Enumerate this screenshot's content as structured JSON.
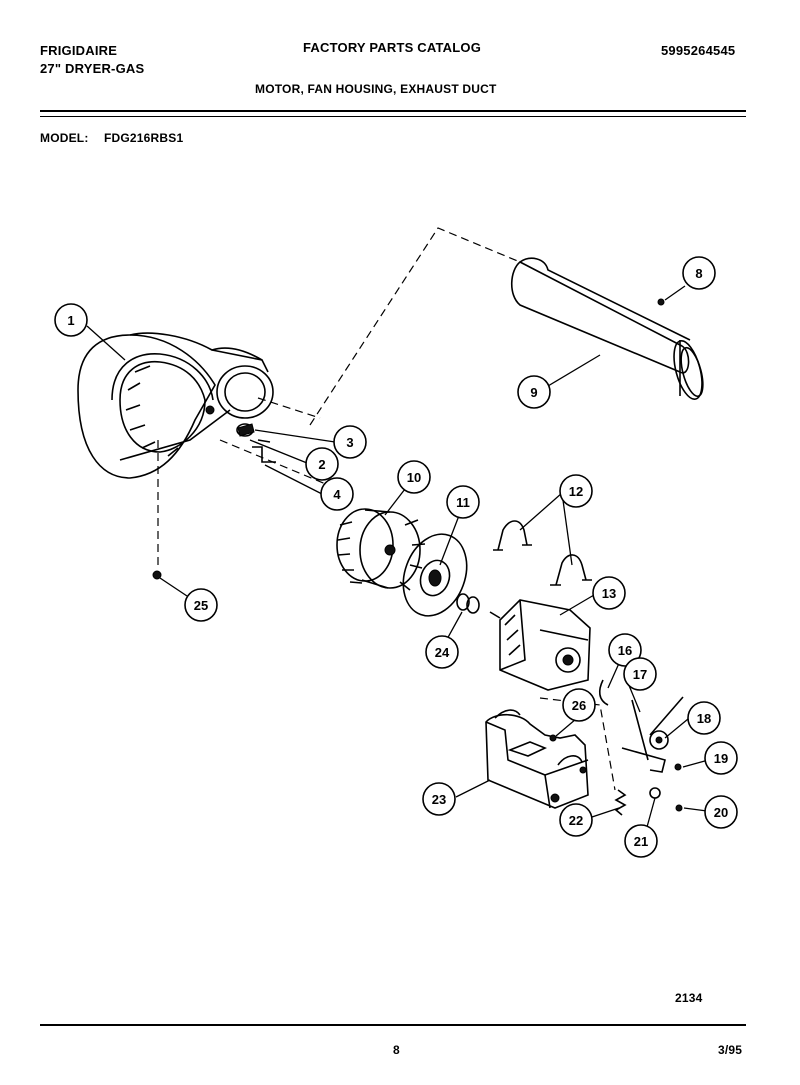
{
  "header": {
    "brand": "FRIGIDAIRE",
    "product": "27\" DRYER-GAS",
    "catalog_title": "FACTORY PARTS CATALOG",
    "catalog_number": "5995264545",
    "section_title": "MOTOR, FAN HOUSING, EXHAUST DUCT",
    "model_label": "MODEL:",
    "model_value": "FDG216RBS1"
  },
  "footer": {
    "diagram_number": "2134",
    "page_number": "8",
    "date": "3/95"
  },
  "callouts": [
    "1",
    "2",
    "3",
    "4",
    "8",
    "9",
    "10",
    "11",
    "12",
    "13",
    "16",
    "17",
    "18",
    "19",
    "20",
    "21",
    "22",
    "23",
    "24",
    "25",
    "26"
  ]
}
